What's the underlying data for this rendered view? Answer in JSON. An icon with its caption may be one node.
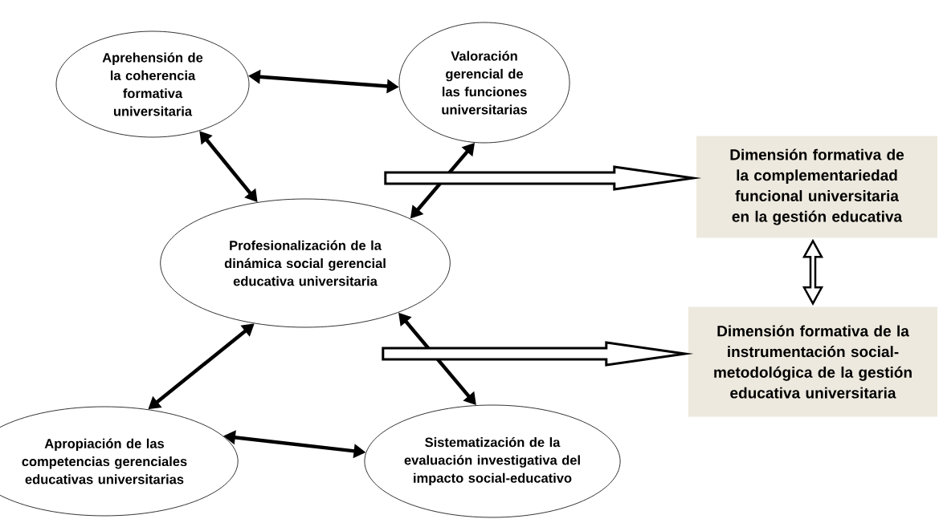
{
  "diagram": {
    "nodes": [
      {
        "text": [
          "Aprehensión de la coherencia formativa universitaria"
        ]
      },
      {
        "text": [
          "Valoración gerencial de las funciones universitarias"
        ]
      },
      {
        "text": [
          "Profesionalización de la dinámica social gerencial educativa universitaria"
        ]
      },
      {
        "text": [
          "Apropiación de las competencias gerenciales educativas universitarias"
        ]
      },
      {
        "text": [
          "Sistematización de la evaluación investigativa del impacto social-educativo"
        ]
      },
      {
        "text": [
          "Dimensión formativa de la complementariedad funcional universitaria en la gestión educativa"
        ]
      },
      {
        "text": [
          "Dimensión formativa de la instrumentación social-metodológica de la gestión educativa universitaria"
        ]
      }
    ],
    "edges": [
      {
        "from": 0,
        "to": 1,
        "arrow": "both"
      },
      {
        "from": 0,
        "to": 2,
        "arrow": "both"
      },
      {
        "from": 1,
        "to": 2,
        "arrow": "both"
      },
      {
        "from": 2,
        "to": 3,
        "arrow": "both"
      },
      {
        "from": 2,
        "to": 4,
        "arrow": "both"
      },
      {
        "from": 3,
        "to": 4,
        "arrow": "both"
      },
      {
        "from": null,
        "to": 5,
        "arrow": "to"
      },
      {
        "from": null,
        "to": 6,
        "arrow": "to"
      },
      {
        "from": 5,
        "to": 6,
        "arrow": "both"
      }
    ]
  }
}
